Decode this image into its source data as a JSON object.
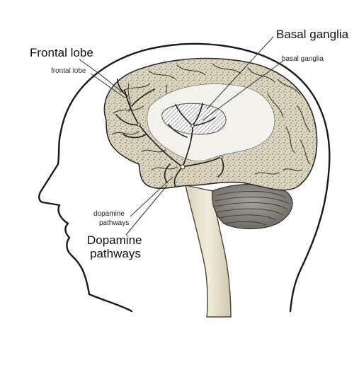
{
  "labels": {
    "frontal_lobe": "Frontal lobe",
    "frontal_lobe_small": "frontal lobe",
    "basal_ganglia": "Basal ganglia",
    "basal_ganglia_small": "basal ganglia",
    "dopamine_small_1": "dopamine",
    "dopamine_small_2": "pathways",
    "dopamine_big_1": "Dopamine",
    "dopamine_big_2": "pathways"
  },
  "colors": {
    "background": "#ffffff",
    "head_outline": "#1a1a1a",
    "brain_fill": "#d9d2bd",
    "brain_texture": "#6b6554",
    "brainstem_fill": "#e9e3cf",
    "cerebellum_fill": "#8a8580",
    "inner_region": "#f4f2ec",
    "pathway": "#2b2b2b"
  }
}
